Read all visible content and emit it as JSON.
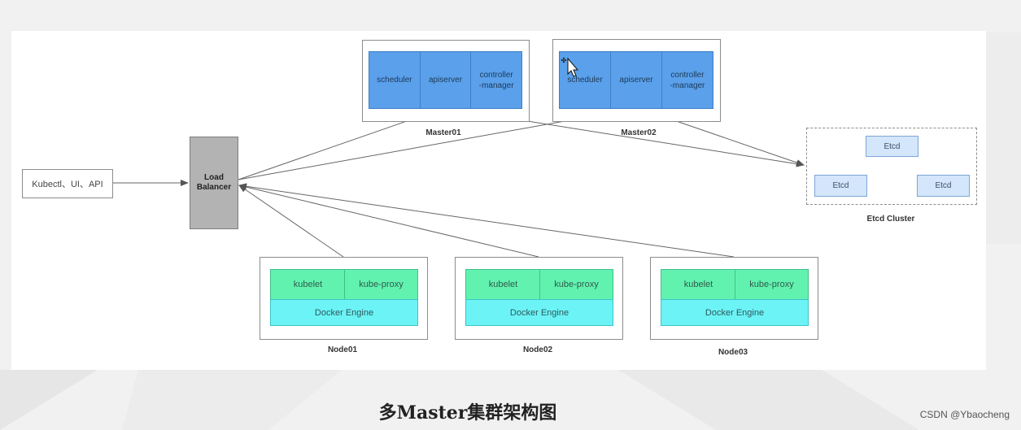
{
  "client": {
    "label": "Kubectl、UI、API"
  },
  "load_balancer": {
    "label": "Load\nBalancer"
  },
  "masters": [
    {
      "name": "Master01",
      "components": [
        "scheduler",
        "apiserver",
        "controller\n-manager"
      ]
    },
    {
      "name": "Master02",
      "components": [
        "scheduler",
        "apiserver",
        "controller\n-manager"
      ]
    }
  ],
  "etcd_cluster": {
    "name": "Etcd Cluster",
    "members": [
      "Etcd",
      "Etcd",
      "Etcd"
    ]
  },
  "nodes": [
    {
      "name": "Node01",
      "kubelet": "kubelet",
      "proxy": "kube-proxy",
      "engine": "Docker Engine"
    },
    {
      "name": "Node02",
      "kubelet": "kubelet",
      "proxy": "kube-proxy",
      "engine": "Docker Engine"
    },
    {
      "name": "Node03",
      "kubelet": "kubelet",
      "proxy": "kube-proxy",
      "engine": "Docker Engine"
    }
  ],
  "title": "多Master集群架构图",
  "watermark": "CSDN @Ybaocheng",
  "colors": {
    "master_component": "#5aa0ea",
    "kubelet": "#62f2b0",
    "docker_engine": "#6cf3f6",
    "etcd": "#d4e6fb",
    "load_balancer": "#b3b3b3"
  }
}
